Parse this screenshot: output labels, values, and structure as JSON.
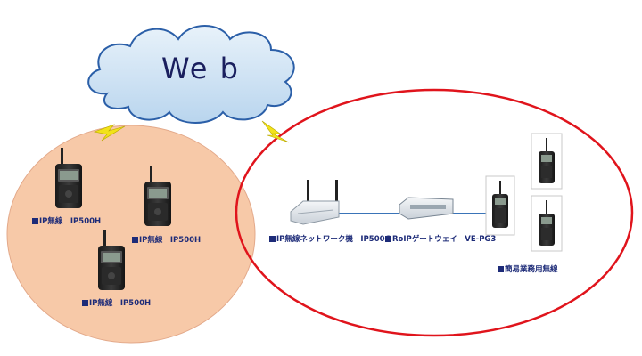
{
  "cloud": {
    "label": "We b"
  },
  "left_group": {
    "devices": [
      {
        "label": "IP無線　IP500H"
      },
      {
        "label": "IP無線　IP500H"
      },
      {
        "label": "IP無線　IP500H"
      }
    ]
  },
  "right_group": {
    "access_point": {
      "label": "IP無線ネットワーク機　IP500G"
    },
    "gateway": {
      "label": "RoIPゲートウェイ　VE-PG3"
    },
    "radios": {
      "label": "簡易業務用無線"
    }
  },
  "colors": {
    "cloud_fill": "#cfe3f3",
    "cloud_stroke": "#2b5fa8",
    "left_fill": "#f7c9a8",
    "right_stroke": "#e0141c",
    "lightning": "#f2e21a",
    "link": "#3a74b8",
    "label": "#1d2b78"
  }
}
